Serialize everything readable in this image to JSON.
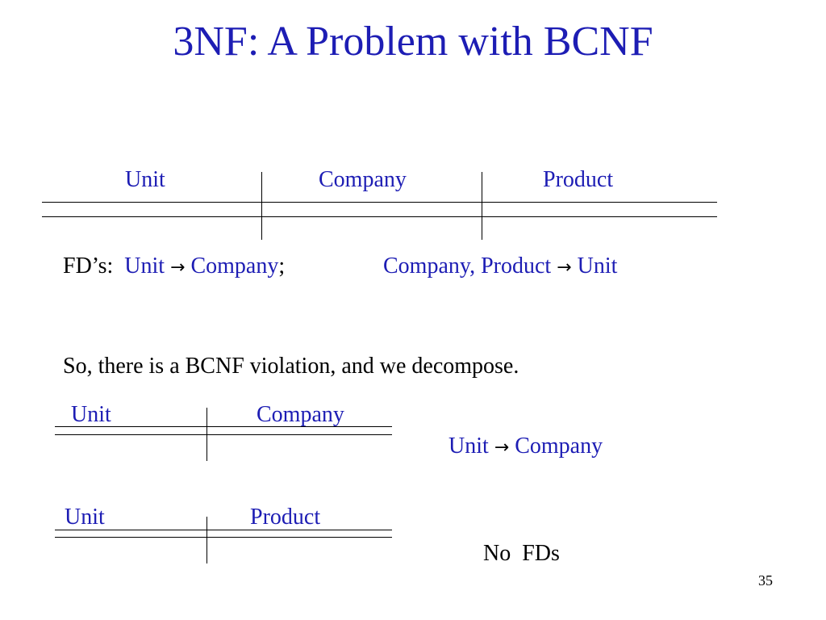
{
  "slide": {
    "title": "3NF: A Problem with BCNF",
    "page_number": "35"
  },
  "main_table": {
    "columns": [
      "Unit",
      "Company",
      "Product"
    ]
  },
  "fds": {
    "label": "FD’s:",
    "fd1_lhs": "Unit",
    "arrow": "→",
    "fd1_rhs": "Company",
    "separator": ";",
    "fd2_lhs": "Company, Product",
    "fd2_rhs": "Unit"
  },
  "statement": "So, there is a BCNF violation, and we decompose.",
  "decomp_table_1": {
    "columns": [
      "Unit",
      "Company"
    ],
    "fd_lhs": "Unit",
    "fd_rhs": "Company"
  },
  "decomp_table_2": {
    "columns": [
      "Unit",
      "Product"
    ],
    "note": "No  FDs"
  },
  "colors": {
    "accent": "#1d1db4",
    "text": "#000000"
  }
}
